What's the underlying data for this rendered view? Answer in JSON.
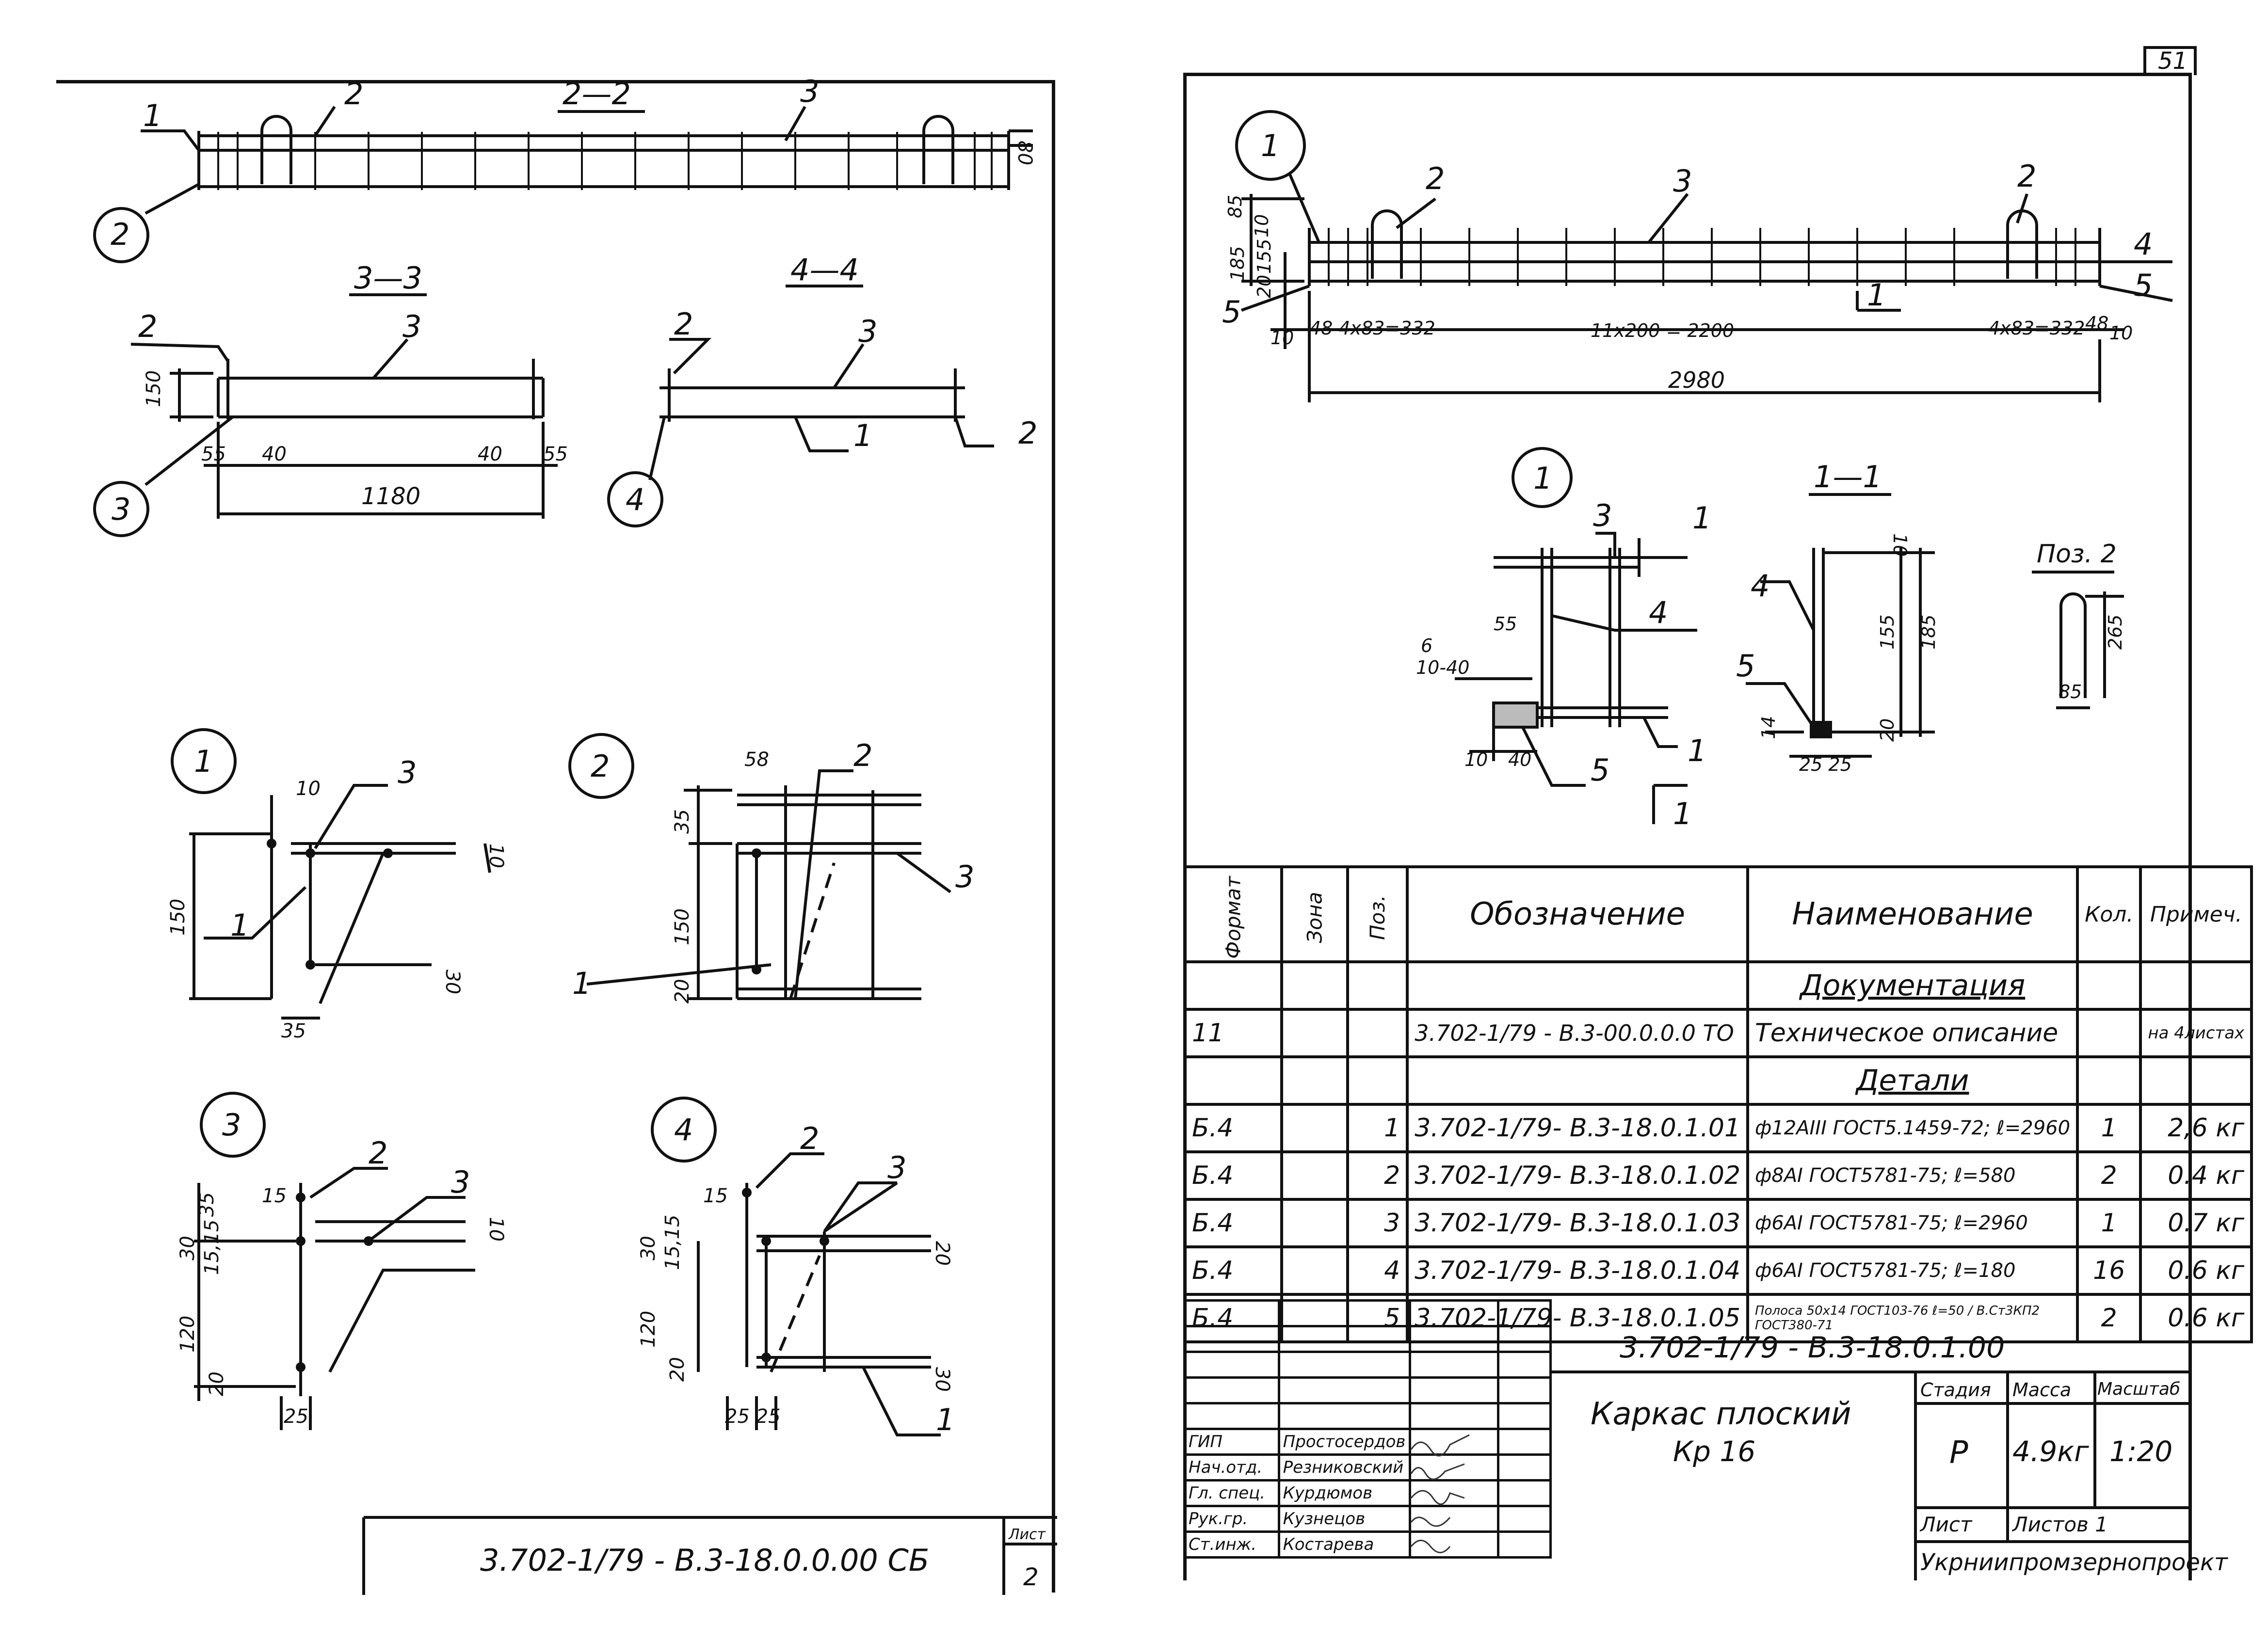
{
  "left_sheet": {
    "section_2_2": "2—2",
    "section_3_3": "3—3",
    "section_4_4": "4—4",
    "leaders": [
      "1",
      "2",
      "3",
      "4"
    ],
    "node_marks": [
      "1",
      "2",
      "3",
      "4"
    ],
    "dims": {
      "d80": "80",
      "d150": "150",
      "d55a": "55",
      "d40a": "40",
      "d40b": "40",
      "d55b": "55",
      "d1180": "1180",
      "d10": "10",
      "d35": "35",
      "d30": "30",
      "d58": "58",
      "d20": "20",
      "d15": "15",
      "d15_15": "15,15",
      "d120": "120",
      "d25": "25",
      "d25_25": "25 25"
    },
    "title_doc": "3.702-1/79 - В.3-18.0.0.00 СБ",
    "sheet_label": "Лист",
    "sheet_no": "2"
  },
  "right_sheet": {
    "page_number": "51",
    "main_dims": {
      "d85": "85",
      "d185": "185",
      "d10": "10",
      "d155": "155",
      "d20": "20",
      "left_pitch": "48  4x83=332",
      "mid_pitch": "11x200 = 2200",
      "right_pitch": "4x83=332",
      "d48": "48",
      "d10a": "10",
      "d10b": "10",
      "total": "2980"
    },
    "node1": {
      "label": "1",
      "d55": "55",
      "d6": "6",
      "d10_40": "10-40",
      "d10": "10",
      "d40": "40"
    },
    "section_1_1": {
      "label": "1—1",
      "d10": "10",
      "d155": "155",
      "d185": "185",
      "d20": "20",
      "d14": "14",
      "d25_25": "25 25"
    },
    "pos2": {
      "label": "Поз. 2",
      "d265": "265",
      "d85": "85"
    },
    "spec": {
      "headers": [
        "Формат",
        "Зона",
        "Поз.",
        "Обозначение",
        "Наименование",
        "Кол.",
        "Примеч."
      ],
      "section_docs": "Документация",
      "doc_row": [
        "11",
        "",
        "",
        "3.702-1/79 - В.3-00.0.0.0 ТО",
        "Техническое описание",
        "",
        "на 4листах"
      ],
      "section_parts": "Детали",
      "rows": [
        [
          "Б.4",
          "",
          "1",
          "3.702-1/79-   В.3-18.0.1.01",
          "ф12АIII ГОСТ5.1459-72;  ℓ=2960",
          "1",
          "2,6 кг"
        ],
        [
          "Б.4",
          "",
          "2",
          "3.702-1/79-   В.3-18.0.1.02",
          "ф8АI ГОСТ5781-75;  ℓ=580",
          "2",
          "0.4 кг"
        ],
        [
          "Б.4",
          "",
          "3",
          "3.702-1/79-   В.3-18.0.1.03",
          "ф6АI ГОСТ5781-75;  ℓ=2960",
          "1",
          "0.7 кг"
        ],
        [
          "Б.4",
          "",
          "4",
          "3.702-1/79-   В.3-18.0.1.04",
          "ф6АI ГОСТ5781-75;  ℓ=180",
          "16",
          "0.6 кг"
        ],
        [
          "Б.4",
          "",
          "5",
          "3.702-1/79-   В.3-18.0.1.05",
          "Полоса 50x14 ГОСТ103-76  ℓ=50 / В.Ст3КП2 ГОСТ380-71",
          "2",
          "0.6 кг"
        ]
      ]
    },
    "title_block": {
      "doc_code": "3.702-1/79 - В.3-18.0.1.00",
      "name_line1": "Каркас плоский",
      "name_line2": "Кр 16",
      "stage_label": "Стадия",
      "mass_label": "Масса",
      "scale_label": "Масштаб",
      "stage": "Р",
      "mass": "4.9кг",
      "scale": "1:20",
      "sheet_label": "Лист",
      "sheets_label": "Листов 1",
      "org": "Укрниипромзернопроект",
      "roles": [
        [
          "ГИП",
          "Простосердов"
        ],
        [
          "Нач.отд.",
          "Резниковский"
        ],
        [
          "Гл. спец.",
          "Курдюмов"
        ],
        [
          "Рук.гр.",
          "Кузнецов"
        ],
        [
          "Ст.инж.",
          "Костарева"
        ]
      ]
    }
  }
}
